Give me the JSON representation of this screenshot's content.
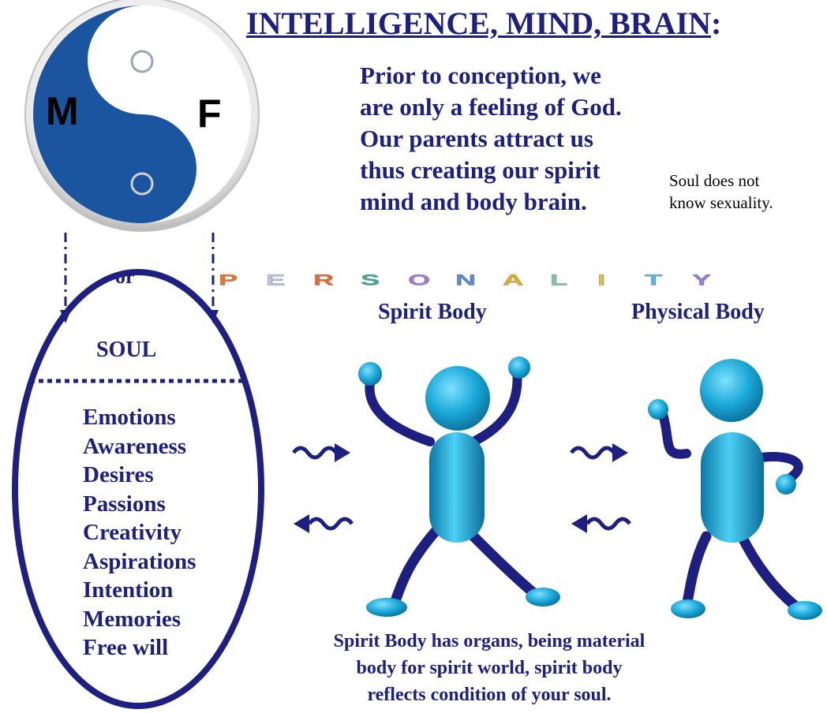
{
  "title": {
    "main": "INTELLIGENCE, MIND, BRAIN",
    "colon": ":"
  },
  "intro_lines": [
    "Prior to conception, we",
    "are only a feeling of God.",
    "Our parents attract us",
    "thus creating our spirit",
    "mind and body brain."
  ],
  "soul_note_lines": [
    "Soul does not",
    "know sexuality."
  ],
  "yin_yang": {
    "left_letter": "M",
    "right_letter": "F",
    "color": "#1b55a0"
  },
  "or_label": "or",
  "personality": {
    "letters": [
      "P",
      "E",
      "R",
      "S",
      "O",
      "N",
      "A",
      "L",
      "I",
      "T",
      "Y"
    ],
    "colors": [
      "#e8762a",
      "#b9c5e8",
      "#e26a3c",
      "#3fa89c",
      "#a67ad0",
      "#5b8bd0",
      "#e0b030",
      "#7fc2b8",
      "#d8c24a",
      "#5cb8e0",
      "#9a7ed6"
    ]
  },
  "spirit_body_label": "Spirit Body",
  "physical_body_label": "Physical Body",
  "soul": {
    "title": "SOUL",
    "items": [
      "Emotions",
      "Awareness",
      "Desires",
      "Passions",
      "Creativity",
      "Aspirations",
      "Intention",
      "Memories",
      "Free will"
    ]
  },
  "caption_lines": [
    "Spirit Body has organs, being material",
    "body for spirit world, spirit body",
    "reflects condition of your soul."
  ],
  "colors": {
    "text_navy": "#1d2080",
    "figure_blue": "#1aa0d0",
    "figure_limb": "#1d2080"
  }
}
